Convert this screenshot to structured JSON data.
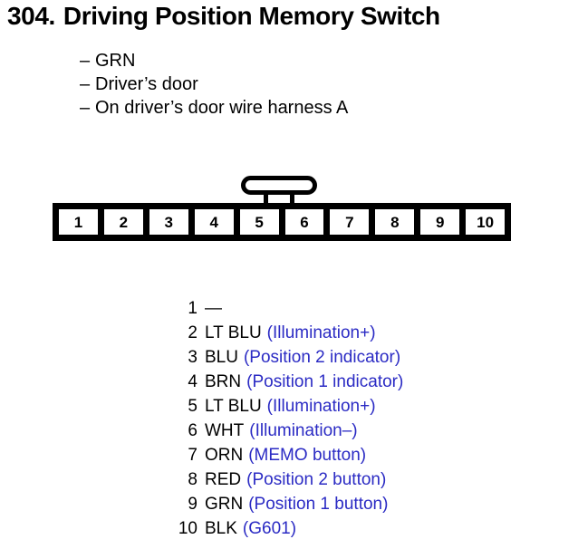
{
  "header": {
    "number": "304.",
    "title": "Driving Position Memory Switch"
  },
  "subtitles": [
    {
      "dash": "–",
      "text": "GRN"
    },
    {
      "dash": "–",
      "text": "Driver’s door"
    },
    {
      "dash": "–",
      "text": "On driver’s door wire harness A"
    }
  ],
  "connector": {
    "latch_name": "connector-latch-tab",
    "pins": [
      "1",
      "2",
      "3",
      "4",
      "5",
      "6",
      "7",
      "8",
      "9",
      "10"
    ]
  },
  "pin_assignments": [
    {
      "pin": "1",
      "wire": "—",
      "desc": ""
    },
    {
      "pin": "2",
      "wire": "LT BLU",
      "desc": "(Illumination+)"
    },
    {
      "pin": "3",
      "wire": "BLU",
      "desc": "(Position 2 indicator)"
    },
    {
      "pin": "4",
      "wire": "BRN",
      "desc": "(Position 1 indicator)"
    },
    {
      "pin": "5",
      "wire": "LT BLU",
      "desc": "(Illumination+)"
    },
    {
      "pin": "6",
      "wire": "WHT",
      "desc": "(Illumination–)"
    },
    {
      "pin": "7",
      "wire": "ORN",
      "desc": "(MEMO button)"
    },
    {
      "pin": "8",
      "wire": "RED",
      "desc": "(Position 2 button)"
    },
    {
      "pin": "9",
      "wire": "GRN",
      "desc": "(Position 1 button)"
    },
    {
      "pin": "10",
      "wire": "BLK",
      "desc": "(G601)"
    }
  ],
  "colors": {
    "text": "#000000",
    "description": "#2b2bc4",
    "background": "#ffffff"
  }
}
